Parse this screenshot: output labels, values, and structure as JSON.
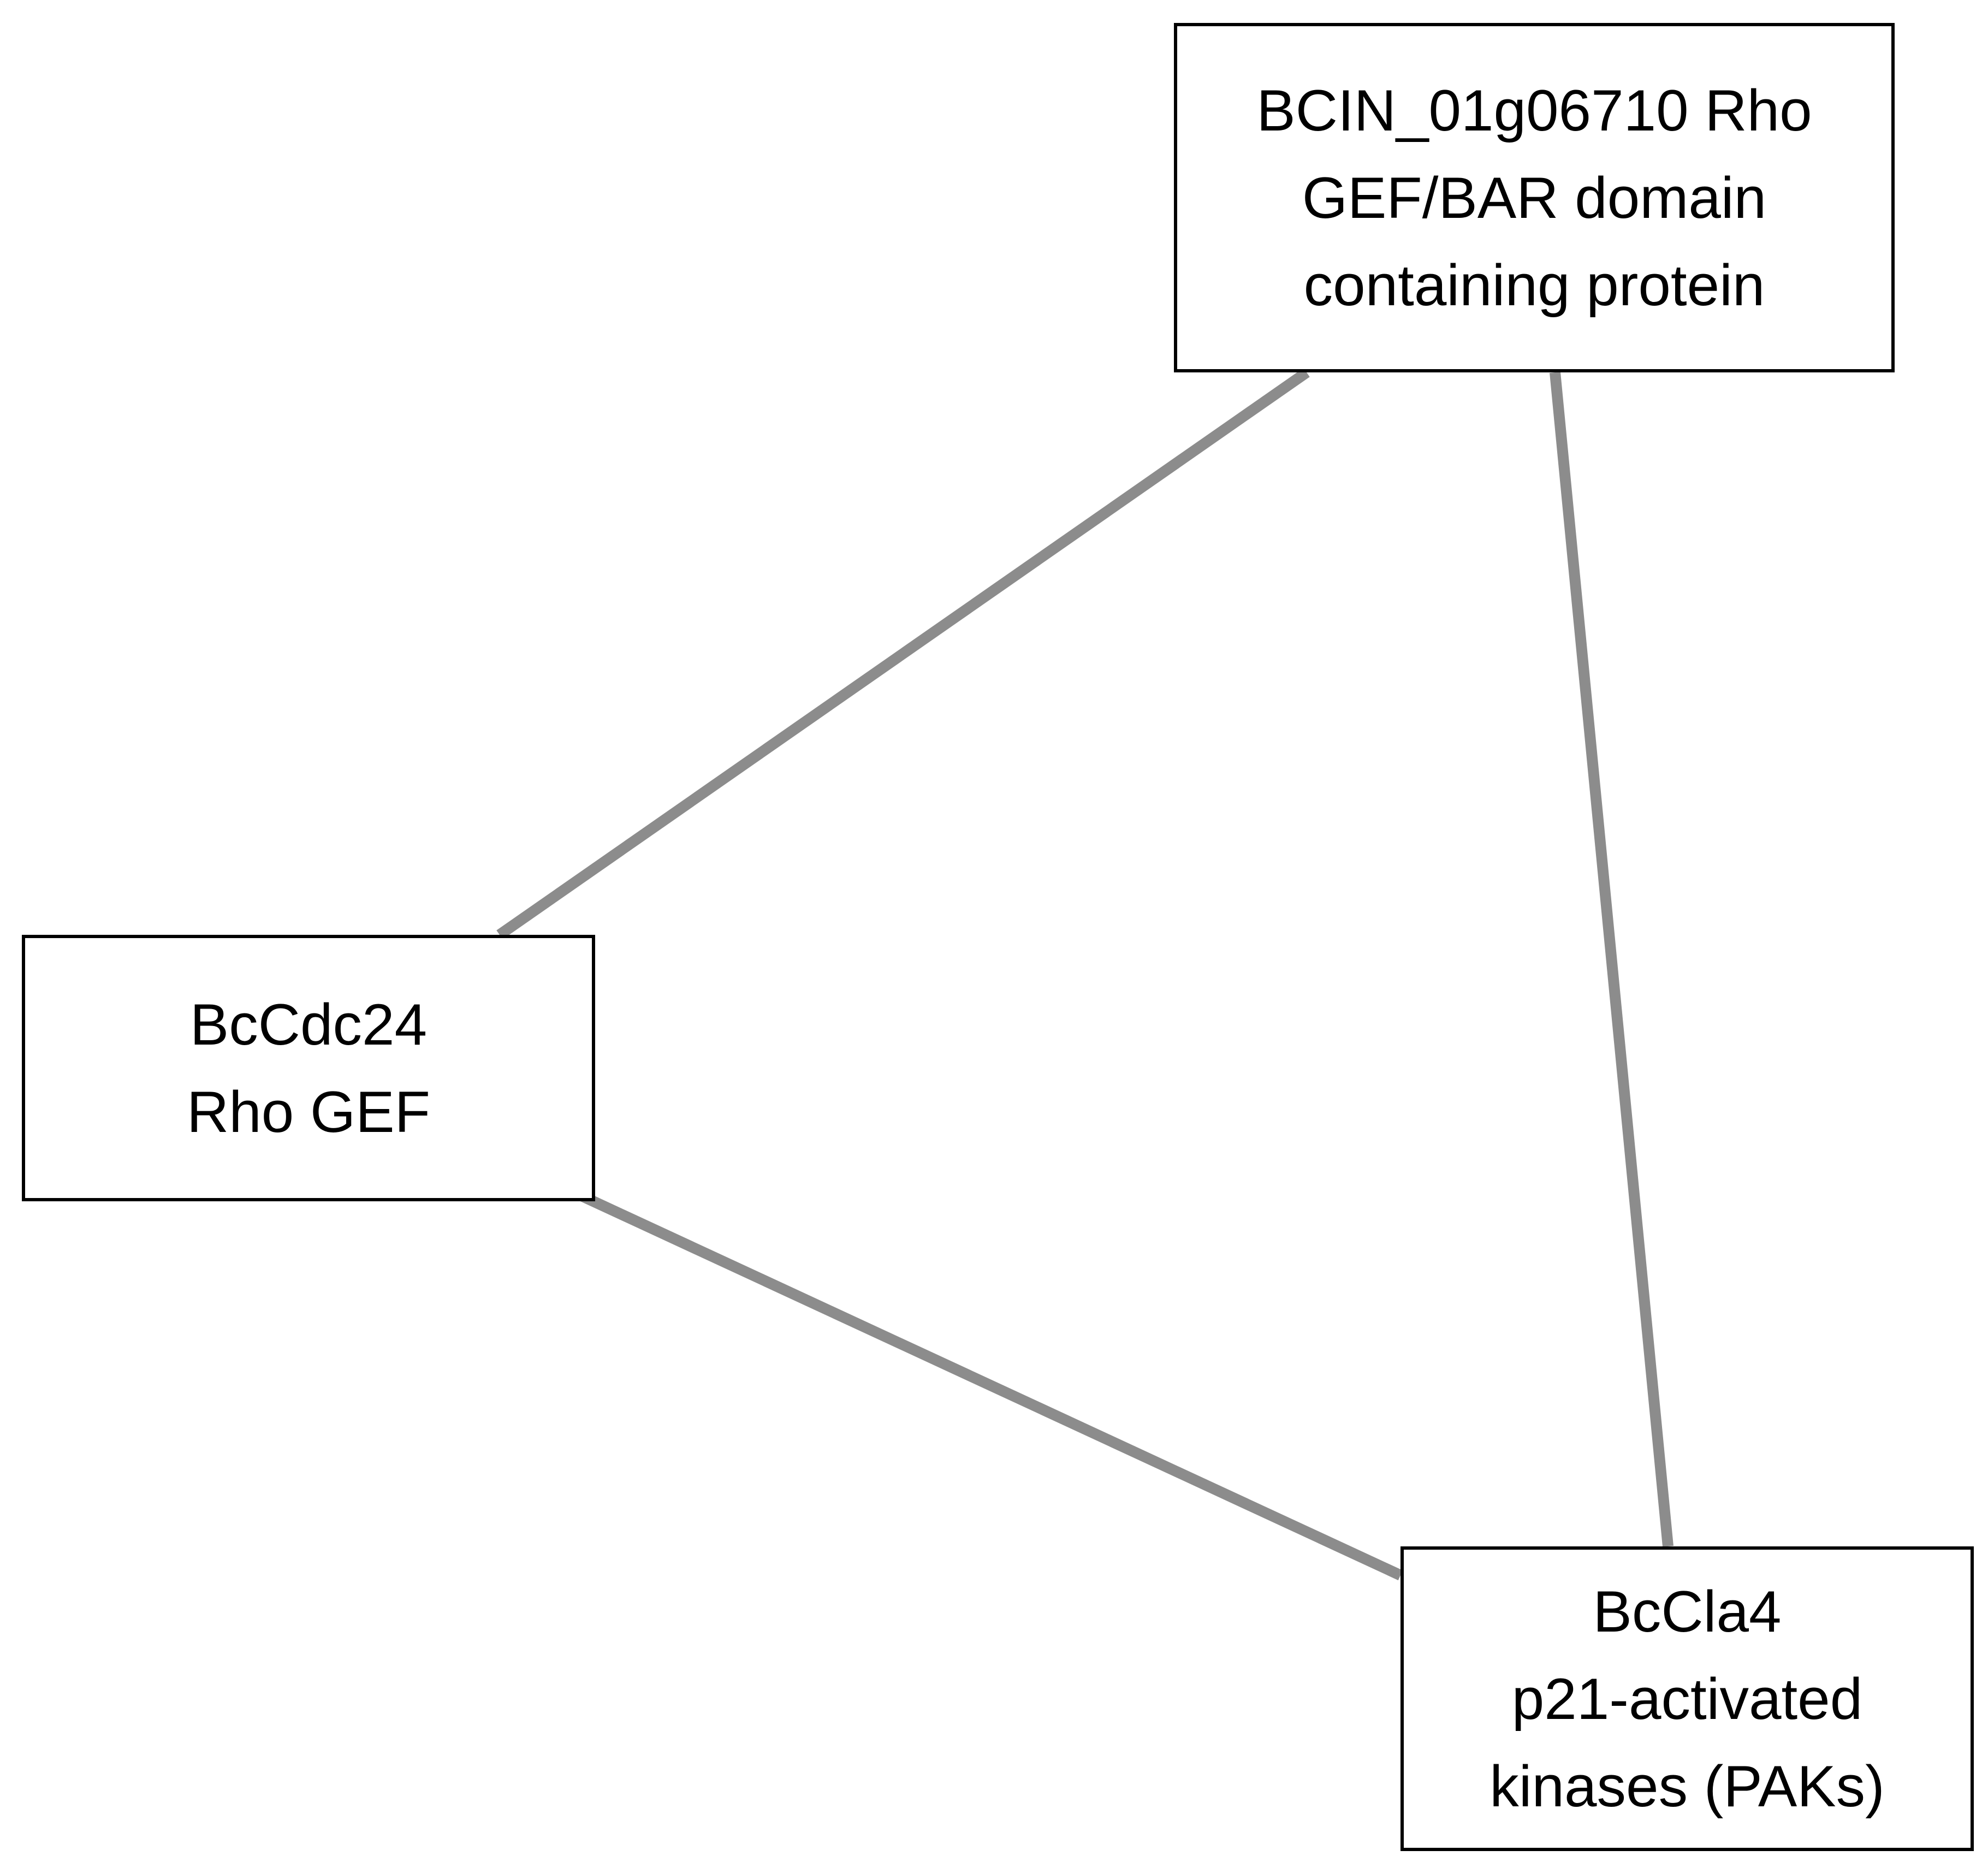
{
  "nodes": {
    "top": {
      "lines": [
        "BCIN_01g06710  Rho",
        "GEF/BAR domain",
        "containing protein"
      ]
    },
    "left": {
      "lines": [
        "BcCdc24",
        "Rho GEF"
      ]
    },
    "bottom": {
      "lines": [
        "BcCla4",
        "p21-activated",
        "kinases (PAKs)"
      ]
    }
  },
  "edges": [
    {
      "from": "top",
      "to": "left"
    },
    {
      "from": "top",
      "to": "bottom"
    },
    {
      "from": "left",
      "to": "bottom"
    }
  ],
  "colors": {
    "edge": "#8c8c8c",
    "border": "#000000",
    "text": "#000000",
    "background": "#ffffff"
  }
}
